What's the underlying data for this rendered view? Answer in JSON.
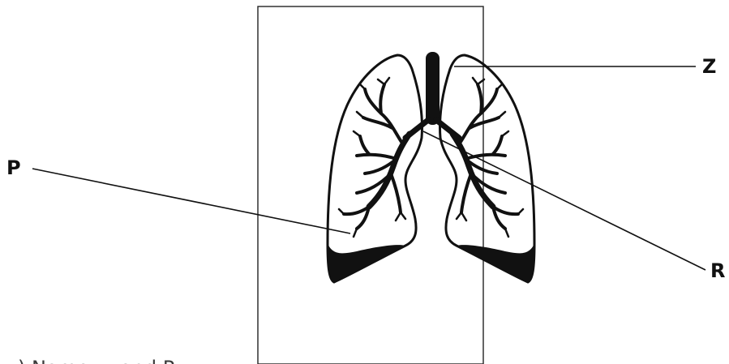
{
  "diagram": {
    "labels": {
      "p": "P",
      "z": "Z",
      "r": "R"
    },
    "footer_fragment": ") Name ... and P"
  },
  "colors": {
    "ink": "#111111",
    "frame": "#222222",
    "background": "#ffffff"
  },
  "icons": {
    "figure": "lungs-icon"
  }
}
